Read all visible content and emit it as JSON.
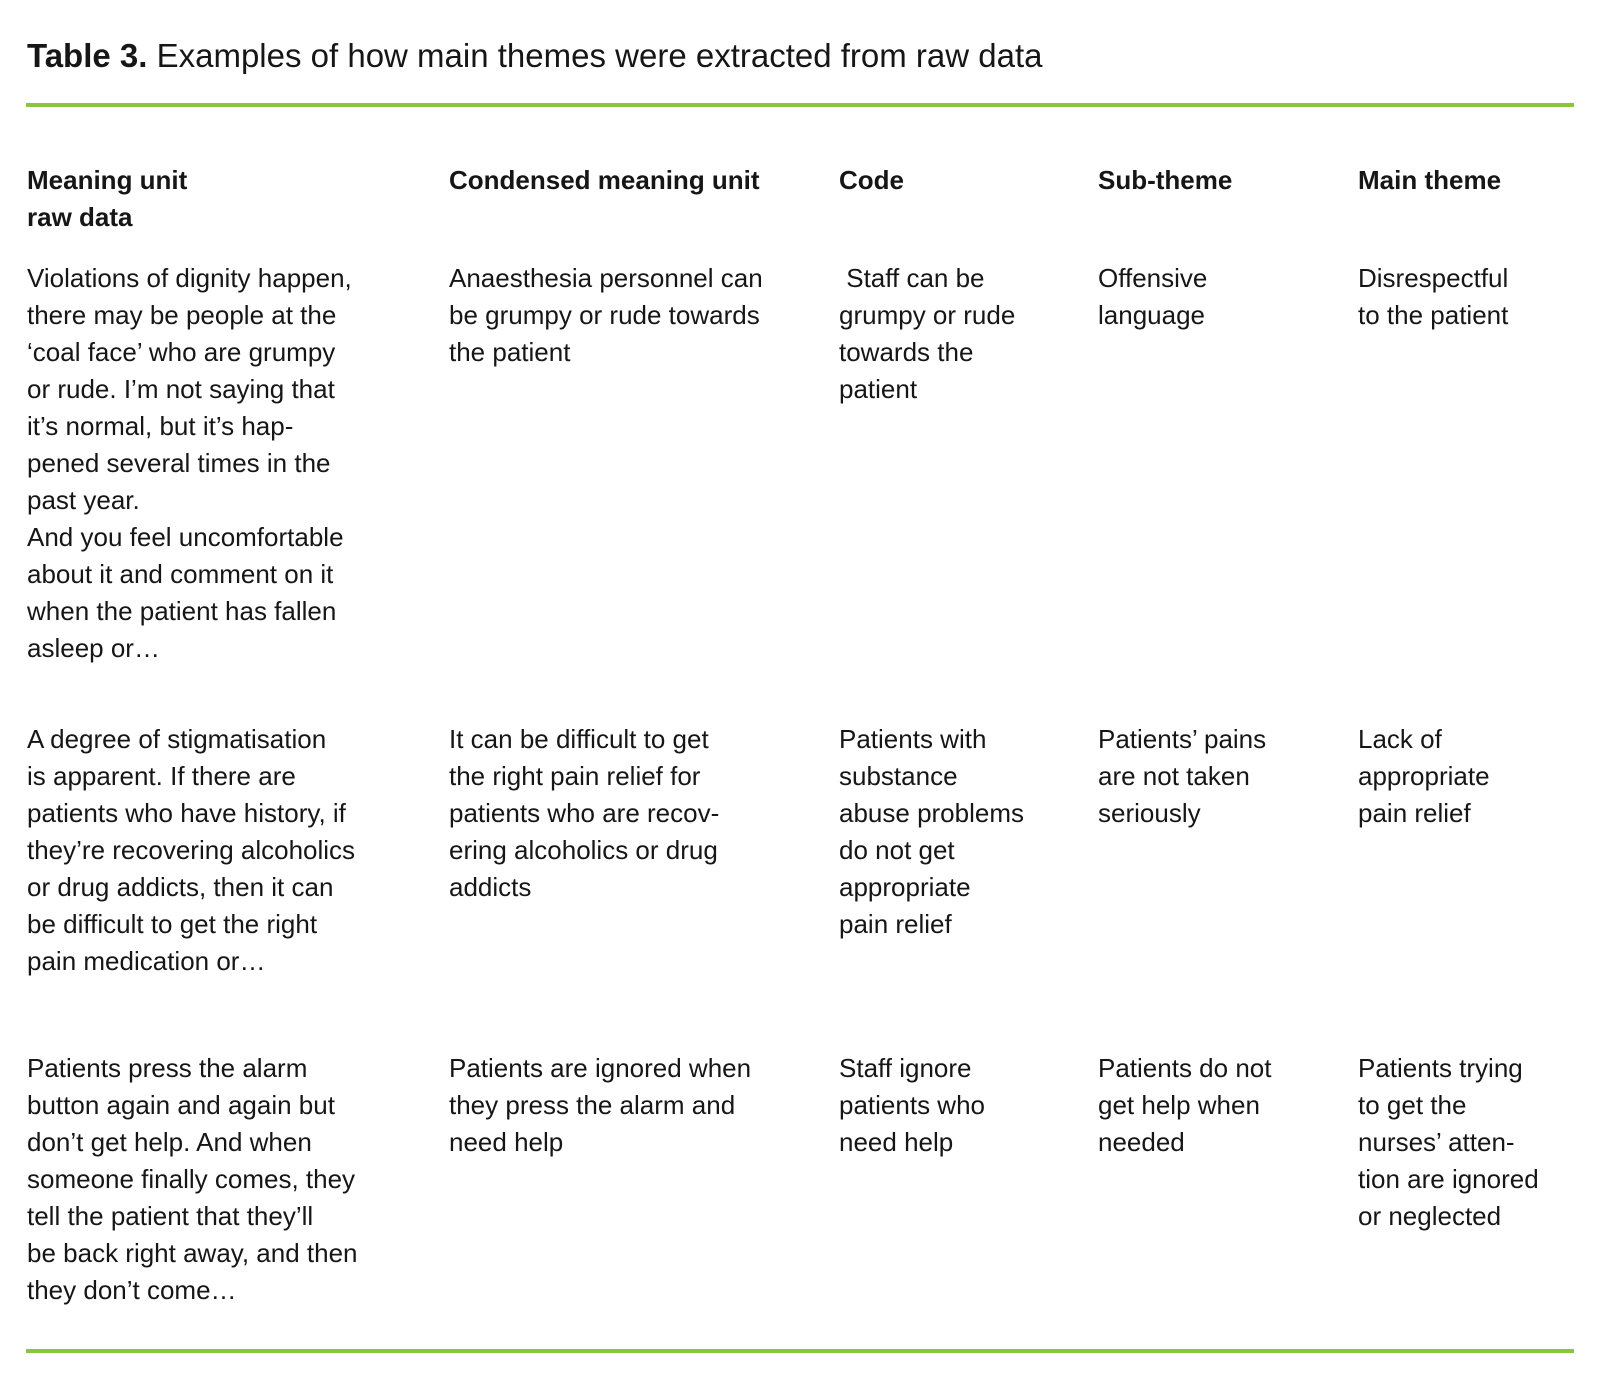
{
  "title": {
    "label": "Table 3.",
    "text": " Examples of how main themes were extracted from raw data"
  },
  "colors": {
    "rule_green": "#8bc53f",
    "text": "#161616",
    "background": "#ffffff"
  },
  "table": {
    "columns": [
      {
        "id": "meaning_unit",
        "header": "Meaning unit\nraw data"
      },
      {
        "id": "condensed_meaning_unit",
        "header": "Condensed meaning unit"
      },
      {
        "id": "code",
        "header": "Code"
      },
      {
        "id": "sub_theme",
        "header": "Sub-theme"
      },
      {
        "id": "main_theme",
        "header": "Main theme"
      }
    ],
    "rows": [
      {
        "meaning_unit": "Violations of dignity happen,\nthere may be people at the\n‘coal face’ who are grumpy\nor rude. I’m not saying that\nit’s normal, but it’s hap-\npened several times in the\npast year.\nAnd you feel uncomfortable\nabout it and comment on it\nwhen the patient has fallen\nasleep or…",
        "condensed_meaning_unit": "Anaesthesia personnel can\nbe grumpy or rude towards\nthe patient",
        "code": " Staff can be\ngrumpy or rude\ntowards the\npatient",
        "sub_theme": "Offensive\nlanguage",
        "main_theme": "Disrespectful\nto the patient"
      },
      {
        "meaning_unit": "A degree of stigmatisation\nis apparent. If there are\npatients who have history, if\nthey’re recovering alcoholics\nor drug addicts, then it can\nbe difficult to get the right\npain medication or…",
        "condensed_meaning_unit": "It can be difficult to get\nthe right pain relief for\npatients who are recov-\nering alcoholics or drug\naddicts",
        "code": "Patients with\nsubstance\nabuse problems\ndo not get\nappropriate\npain relief",
        "sub_theme": "Patients’ pains\nare not taken\nseriously",
        "main_theme": "Lack of\nappropriate\npain relief"
      },
      {
        "meaning_unit": "Patients press the alarm\nbutton again and again but\ndon’t get help. And when\nsomeone finally comes, they\ntell the patient that they’ll\nbe back right away, and then\nthey don’t come…",
        "condensed_meaning_unit": "Patients are ignored when\nthey press the alarm and\nneed help",
        "code": "Staff ignore\npatients who\nneed help",
        "sub_theme": "Patients do not\nget help when\nneeded",
        "main_theme": "Patients trying\nto get the\nnurses’ atten-\ntion are ignored\nor neglected"
      }
    ]
  }
}
